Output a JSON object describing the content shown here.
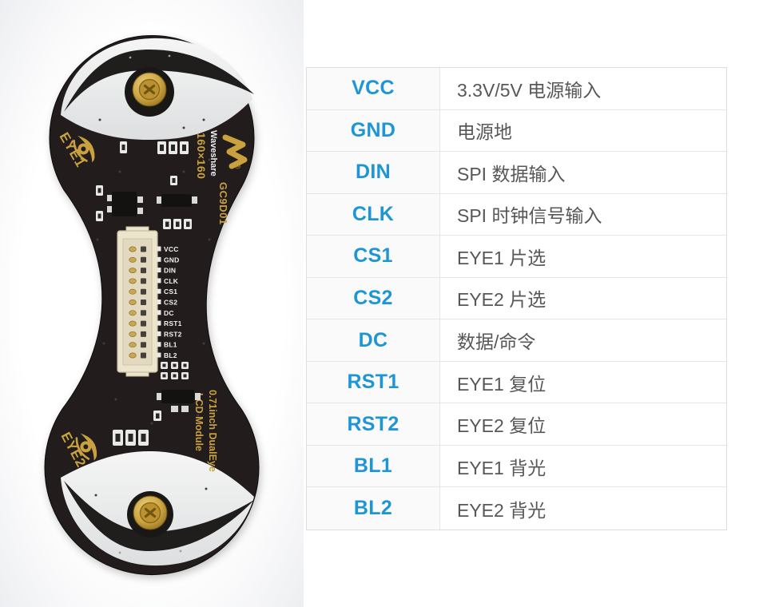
{
  "pcb": {
    "eye1_label": "EYE1",
    "eye2_label": "EYE2",
    "brand": "Waveshare",
    "resolution": "160×160",
    "controller": "GC9D01",
    "registered_mark": "®",
    "module_name_line1": "0.71inch DualEye",
    "module_name_line2": "LCD Module",
    "pin_labels": [
      "VCC",
      "GND",
      "DIN",
      "CLK",
      "CS1",
      "CS2",
      "DC",
      "RST1",
      "RST2",
      "BL1",
      "BL2"
    ],
    "colors": {
      "board_black": "#201d1d",
      "silk_white": "#eeeeee",
      "gold": "#c9a23f",
      "connector_beige": "#ece4cd"
    }
  },
  "table": {
    "accent_color": "#1e96d6",
    "desc_color": "#575757",
    "border_color": "#e6e6e6",
    "rows": [
      {
        "pin": "VCC",
        "desc": "3.3V/5V 电源输入"
      },
      {
        "pin": "GND",
        "desc": "电源地"
      },
      {
        "pin": "DIN",
        "desc": "SPI 数据输入"
      },
      {
        "pin": "CLK",
        "desc": "SPI 时钟信号输入"
      },
      {
        "pin": "CS1",
        "desc": "EYE1 片选"
      },
      {
        "pin": "CS2",
        "desc": "EYE2 片选"
      },
      {
        "pin": "DC",
        "desc": "数据/命令"
      },
      {
        "pin": "RST1",
        "desc": "EYE1 复位"
      },
      {
        "pin": "RST2",
        "desc": "EYE2 复位"
      },
      {
        "pin": "BL1",
        "desc": "EYE1 背光"
      },
      {
        "pin": "BL2",
        "desc": "EYE2 背光"
      }
    ]
  }
}
